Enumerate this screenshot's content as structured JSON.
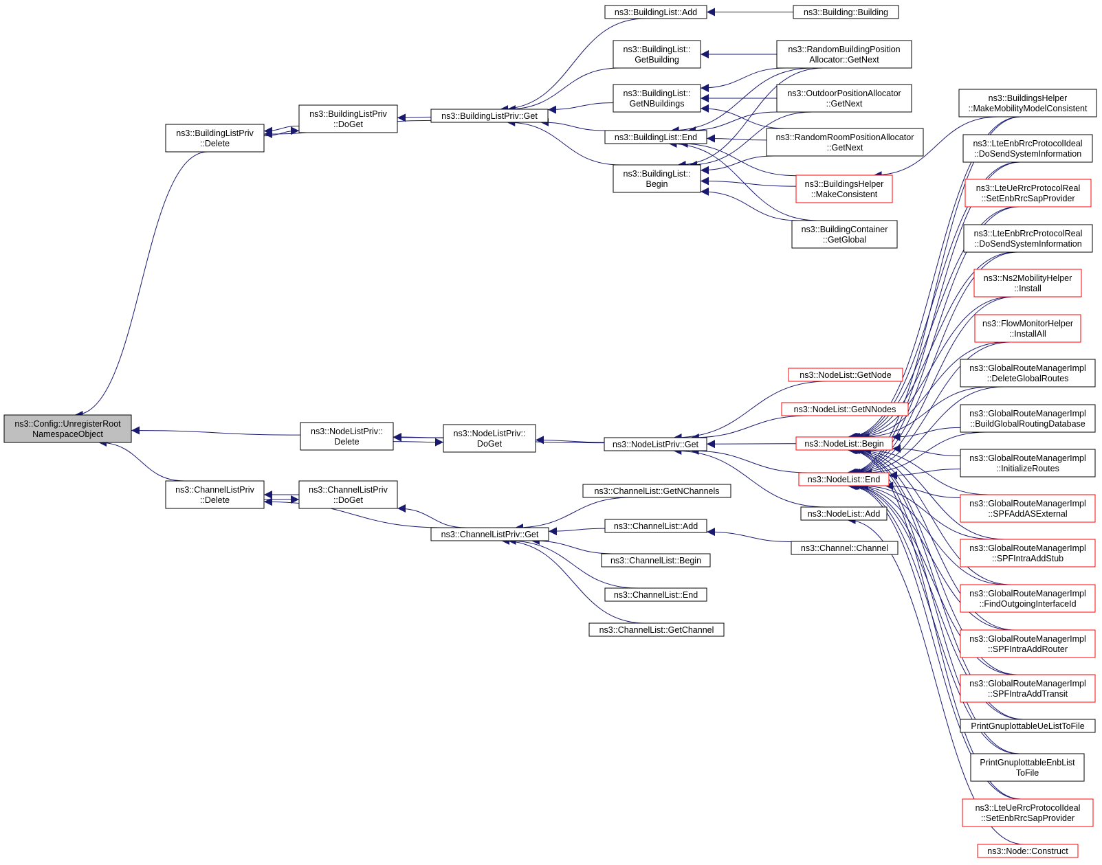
{
  "colors": {
    "edge": "#191970",
    "root_fill": "#bfbfbf",
    "node_border": "#000000",
    "truncated_border": "#ff0000"
  },
  "nodes": {
    "root": {
      "lines": [
        "ns3::Config::UnregisterRoot",
        "NamespaceObject"
      ],
      "style": "root"
    },
    "blpDelete": {
      "lines": [
        "ns3::BuildingListPriv",
        "::Delete"
      ]
    },
    "blpDoGet": {
      "lines": [
        "ns3::BuildingListPriv",
        "::DoGet"
      ]
    },
    "blpGet": {
      "lines": [
        "ns3::BuildingListPriv::Get"
      ]
    },
    "blAdd": {
      "lines": [
        "ns3::BuildingList::Add"
      ]
    },
    "blGetBuilding": {
      "lines": [
        "ns3::BuildingList::",
        "GetBuilding"
      ]
    },
    "blGetN": {
      "lines": [
        "ns3::BuildingList::",
        "GetNBuildings"
      ]
    },
    "blEnd": {
      "lines": [
        "ns3::BuildingList::End"
      ]
    },
    "blBegin": {
      "lines": [
        "ns3::BuildingList::",
        "Begin"
      ]
    },
    "bBuilding": {
      "lines": [
        "ns3::Building::Building"
      ]
    },
    "rbpa": {
      "lines": [
        "ns3::RandomBuildingPosition",
        "Allocator::GetNext"
      ]
    },
    "opa": {
      "lines": [
        "ns3::OutdoorPositionAllocator",
        "::GetNext"
      ]
    },
    "rrpa": {
      "lines": [
        "ns3::RandomRoomPositionAllocator",
        "::GetNext"
      ]
    },
    "bhMake": {
      "lines": [
        "ns3::BuildingsHelper",
        "::MakeConsistent"
      ],
      "style": "red"
    },
    "bcGlobal": {
      "lines": [
        "ns3::BuildingContainer",
        "::GetGlobal"
      ]
    },
    "nlpDelete": {
      "lines": [
        "ns3::NodeListPriv::",
        "Delete"
      ]
    },
    "nlpDoGet": {
      "lines": [
        "ns3::NodeListPriv::",
        "DoGet"
      ]
    },
    "nlpGet": {
      "lines": [
        "ns3::NodeListPriv::Get"
      ]
    },
    "nlGetNode": {
      "lines": [
        "ns3::NodeList::GetNode"
      ],
      "style": "red"
    },
    "nlGetNNodes": {
      "lines": [
        "ns3::NodeList::GetNNodes"
      ],
      "style": "red"
    },
    "nlBegin": {
      "lines": [
        "ns3::NodeList::Begin"
      ],
      "style": "red"
    },
    "nlEnd": {
      "lines": [
        "ns3::NodeList::End"
      ],
      "style": "red"
    },
    "nlAdd": {
      "lines": [
        "ns3::NodeList::Add"
      ]
    },
    "clpDelete": {
      "lines": [
        "ns3::ChannelListPriv",
        "::Delete"
      ]
    },
    "clpDoGet": {
      "lines": [
        "ns3::ChannelListPriv",
        "::DoGet"
      ]
    },
    "clpGet": {
      "lines": [
        "ns3::ChannelListPriv::Get"
      ]
    },
    "clGetN": {
      "lines": [
        "ns3::ChannelList::GetNChannels"
      ]
    },
    "clAdd": {
      "lines": [
        "ns3::ChannelList::Add"
      ]
    },
    "clBegin": {
      "lines": [
        "ns3::ChannelList::Begin"
      ]
    },
    "clEnd": {
      "lines": [
        "ns3::ChannelList::End"
      ]
    },
    "clGetChannel": {
      "lines": [
        "ns3::ChannelList::GetChannel"
      ]
    },
    "chChannel": {
      "lines": [
        "ns3::Channel::Channel"
      ]
    },
    "r1": {
      "lines": [
        "ns3::BuildingsHelper",
        "::MakeMobilityModelConsistent"
      ]
    },
    "r2": {
      "lines": [
        "ns3::LteEnbRrcProtocolIdeal",
        "::DoSendSystemInformation"
      ]
    },
    "r3": {
      "lines": [
        "ns3::LteUeRrcProtocolReal",
        "::SetEnbRrcSapProvider"
      ],
      "style": "red"
    },
    "r4": {
      "lines": [
        "ns3::LteEnbRrcProtocolReal",
        "::DoSendSystemInformation"
      ]
    },
    "r5": {
      "lines": [
        "ns3::Ns2MobilityHelper",
        "::Install"
      ],
      "style": "red"
    },
    "r6": {
      "lines": [
        "ns3::FlowMonitorHelper",
        "::InstallAll"
      ],
      "style": "red"
    },
    "r7": {
      "lines": [
        "ns3::GlobalRouteManagerImpl",
        "::DeleteGlobalRoutes"
      ]
    },
    "r8": {
      "lines": [
        "ns3::GlobalRouteManagerImpl",
        "::BuildGlobalRoutingDatabase"
      ]
    },
    "r9": {
      "lines": [
        "ns3::GlobalRouteManagerImpl",
        "::InitializeRoutes"
      ]
    },
    "r10": {
      "lines": [
        "ns3::GlobalRouteManagerImpl",
        "::SPFAddASExternal"
      ],
      "style": "red"
    },
    "r11": {
      "lines": [
        "ns3::GlobalRouteManagerImpl",
        "::SPFIntraAddStub"
      ],
      "style": "red"
    },
    "r12": {
      "lines": [
        "ns3::GlobalRouteManagerImpl",
        "::FindOutgoingInterfaceId"
      ],
      "style": "red"
    },
    "r13": {
      "lines": [
        "ns3::GlobalRouteManagerImpl",
        "::SPFIntraAddRouter"
      ],
      "style": "red"
    },
    "r14": {
      "lines": [
        "ns3::GlobalRouteManagerImpl",
        "::SPFIntraAddTransit"
      ],
      "style": "red"
    },
    "r15": {
      "lines": [
        "PrintGnuplottableUeListToFile"
      ]
    },
    "r16": {
      "lines": [
        "PrintGnuplottableEnbList",
        "ToFile"
      ]
    },
    "r17": {
      "lines": [
        "ns3::LteUeRrcProtocolIdeal",
        "::SetEnbRrcSapProvider"
      ],
      "style": "red"
    },
    "r18": {
      "lines": [
        "ns3::Node::Construct"
      ],
      "style": "red"
    }
  },
  "edges": [
    [
      "blpDelete",
      "root"
    ],
    [
      "nlpDelete",
      "root"
    ],
    [
      "clpDelete",
      "root"
    ],
    [
      "blpDoGet",
      "blpDelete"
    ],
    [
      "blpDelete",
      "blpDoGet"
    ],
    [
      "blpGet",
      "blpDoGet"
    ],
    [
      "blpGet",
      "blpDelete"
    ],
    [
      "blAdd",
      "blpGet"
    ],
    [
      "blGetBuilding",
      "blpGet"
    ],
    [
      "blGetN",
      "blpGet"
    ],
    [
      "blEnd",
      "blpGet"
    ],
    [
      "blBegin",
      "blpGet"
    ],
    [
      "bBuilding",
      "blAdd"
    ],
    [
      "rbpa",
      "blGetBuilding"
    ],
    [
      "rbpa",
      "blGetN"
    ],
    [
      "opa",
      "blGetN"
    ],
    [
      "rrpa",
      "blGetN"
    ],
    [
      "rbpa",
      "blEnd"
    ],
    [
      "opa",
      "blEnd"
    ],
    [
      "rrpa",
      "blEnd"
    ],
    [
      "bhMake",
      "blEnd"
    ],
    [
      "bcGlobal",
      "blEnd"
    ],
    [
      "rbpa",
      "blBegin"
    ],
    [
      "opa",
      "blBegin"
    ],
    [
      "rrpa",
      "blBegin"
    ],
    [
      "bhMake",
      "blBegin"
    ],
    [
      "bcGlobal",
      "blBegin"
    ],
    [
      "r1",
      "bhMake"
    ],
    [
      "nlpDoGet",
      "nlpDelete"
    ],
    [
      "nlpDelete",
      "nlpDoGet"
    ],
    [
      "nlpGet",
      "nlpDoGet"
    ],
    [
      "nlpGet",
      "nlpDelete"
    ],
    [
      "nlGetNode",
      "nlpGet"
    ],
    [
      "nlGetNNodes",
      "nlpGet"
    ],
    [
      "nlBegin",
      "nlpGet"
    ],
    [
      "nlEnd",
      "nlpGet"
    ],
    [
      "nlAdd",
      "nlpGet"
    ],
    [
      "r1",
      "nlBegin"
    ],
    [
      "r2",
      "nlBegin"
    ],
    [
      "r3",
      "nlBegin"
    ],
    [
      "r4",
      "nlBegin"
    ],
    [
      "r5",
      "nlBegin"
    ],
    [
      "r6",
      "nlBegin"
    ],
    [
      "r7",
      "nlBegin"
    ],
    [
      "r8",
      "nlBegin"
    ],
    [
      "r9",
      "nlBegin"
    ],
    [
      "r10",
      "nlBegin"
    ],
    [
      "r11",
      "nlBegin"
    ],
    [
      "r12",
      "nlBegin"
    ],
    [
      "r13",
      "nlBegin"
    ],
    [
      "r14",
      "nlBegin"
    ],
    [
      "r15",
      "nlBegin"
    ],
    [
      "r16",
      "nlBegin"
    ],
    [
      "r17",
      "nlBegin"
    ],
    [
      "r1",
      "nlEnd"
    ],
    [
      "r2",
      "nlEnd"
    ],
    [
      "r3",
      "nlEnd"
    ],
    [
      "r4",
      "nlEnd"
    ],
    [
      "r5",
      "nlEnd"
    ],
    [
      "r6",
      "nlEnd"
    ],
    [
      "r7",
      "nlEnd"
    ],
    [
      "r8",
      "nlEnd"
    ],
    [
      "r9",
      "nlEnd"
    ],
    [
      "r10",
      "nlEnd"
    ],
    [
      "r11",
      "nlEnd"
    ],
    [
      "r12",
      "nlEnd"
    ],
    [
      "r13",
      "nlEnd"
    ],
    [
      "r14",
      "nlEnd"
    ],
    [
      "r15",
      "nlEnd"
    ],
    [
      "r16",
      "nlEnd"
    ],
    [
      "r17",
      "nlEnd"
    ],
    [
      "r18",
      "nlAdd"
    ],
    [
      "clpDoGet",
      "clpDelete"
    ],
    [
      "clpDelete",
      "clpDoGet"
    ],
    [
      "clpGet",
      "clpDoGet"
    ],
    [
      "clpGet",
      "clpDelete"
    ],
    [
      "clGetN",
      "clpGet"
    ],
    [
      "clAdd",
      "clpGet"
    ],
    [
      "clBegin",
      "clpGet"
    ],
    [
      "clEnd",
      "clpGet"
    ],
    [
      "clGetChannel",
      "clpGet"
    ],
    [
      "chChannel",
      "clAdd"
    ]
  ]
}
